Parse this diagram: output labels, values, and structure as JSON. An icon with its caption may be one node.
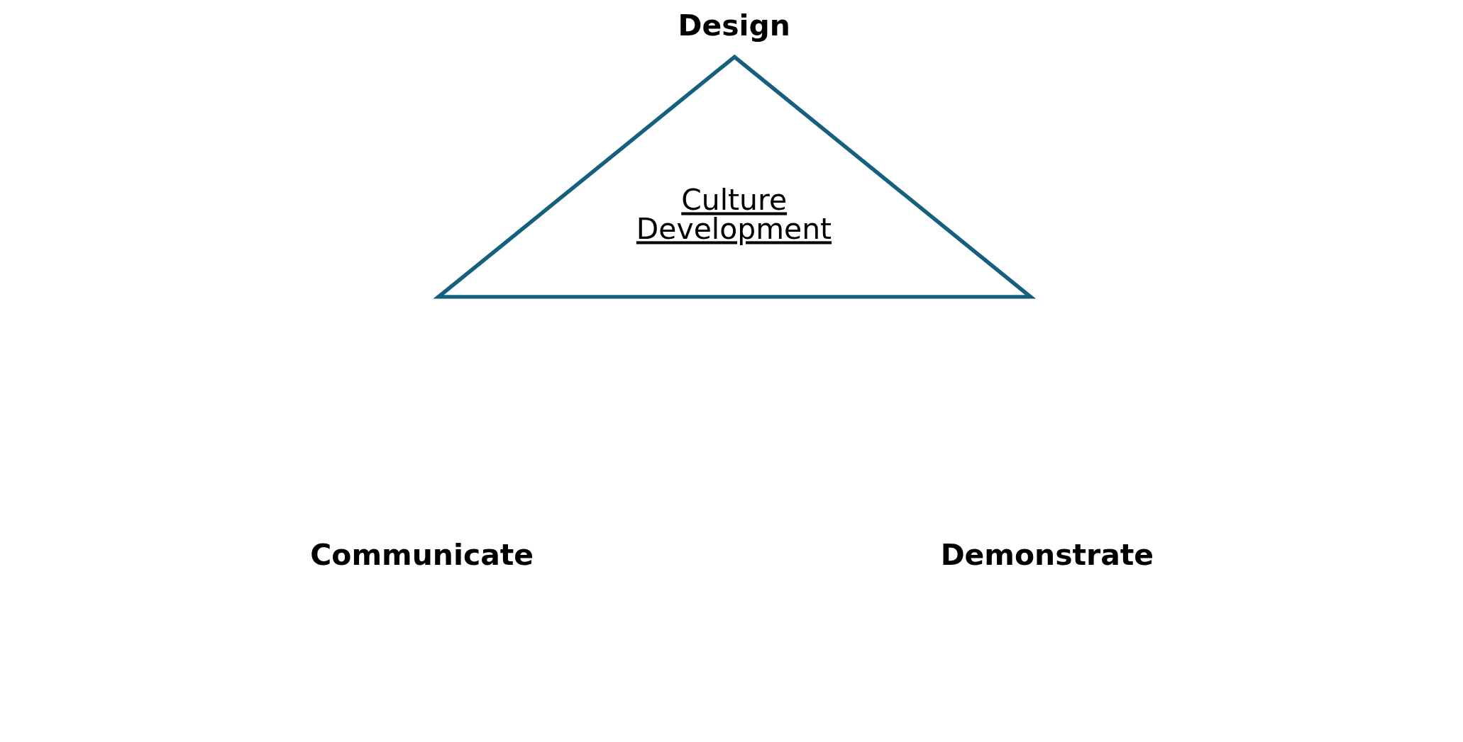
{
  "diagram": {
    "nodes": [
      {
        "text": [
          "Culture Development"
        ]
      }
    ],
    "edges": [],
    "labels": [
      "Design",
      "Communicate",
      "Demonstrate"
    ]
  }
}
